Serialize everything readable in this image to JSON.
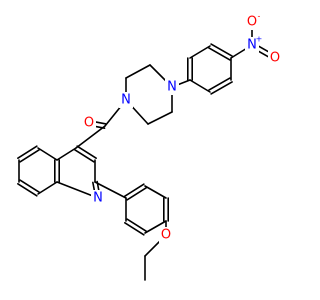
{
  "diagram": {
    "kind": "skeletal-structure",
    "colors": {
      "bond": "#000000",
      "carbon_label": "#000000",
      "oxygen": "#ff0000",
      "nitrogen": "#0000ff",
      "background": "#ffffff"
    },
    "atoms": [
      {
        "id": "o_carbonyl",
        "symbol": "O",
        "color_key": "oxygen"
      },
      {
        "id": "n_pip1",
        "symbol": "N",
        "color_key": "nitrogen"
      },
      {
        "id": "n_pip2",
        "symbol": "N",
        "color_key": "nitrogen"
      },
      {
        "id": "n_quin",
        "symbol": "N",
        "color_key": "nitrogen"
      },
      {
        "id": "n_nitro",
        "symbol": "N",
        "color_key": "nitrogen",
        "charge": "+"
      },
      {
        "id": "o_nitro1",
        "symbol": "O",
        "color_key": "oxygen",
        "charge": "-"
      },
      {
        "id": "o_nitro2",
        "symbol": "O",
        "color_key": "oxygen"
      },
      {
        "id": "o_ether",
        "symbol": "O",
        "color_key": "oxygen"
      }
    ]
  }
}
